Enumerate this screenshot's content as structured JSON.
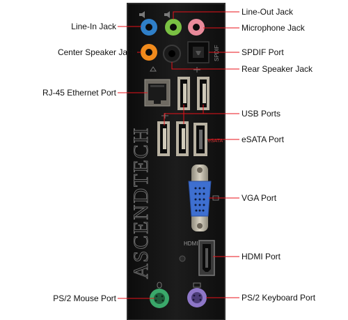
{
  "brand": "ASCENDTECH",
  "panel_marks": {
    "spdif": "SPDIF",
    "esata": "eSATA",
    "hdmi": "HDMI"
  },
  "labels": {
    "line_out": "Line-Out Jack",
    "line_in": "Line-In Jack",
    "microphone": "Microphone Jack",
    "center_speaker": "Center Speaker Jack",
    "spdif": "SPDIF Port",
    "rear_speaker": "Rear Speaker Jack",
    "ethernet": "RJ-45 Ethernet Port",
    "usb": "USB Ports",
    "esata": "eSATA Port",
    "vga": "VGA Port",
    "hdmi": "HDMI Port",
    "ps2_mouse": "PS/2 Mouse Port",
    "ps2_keyboard": "PS/2 Keyboard Port"
  },
  "colors": {
    "panel": "#141414",
    "callout_line": "#e8121a",
    "jack_blue": "#2f7fc8",
    "jack_green": "#7ac043",
    "jack_pink": "#e88a9a",
    "jack_orange": "#f08a1c",
    "jack_black": "#1a1a1a",
    "ps2_green": "#3aa86a",
    "ps2_purple": "#8e77c8",
    "metal": "#b9b2a2",
    "vga_blue": "#3e6fd0"
  }
}
